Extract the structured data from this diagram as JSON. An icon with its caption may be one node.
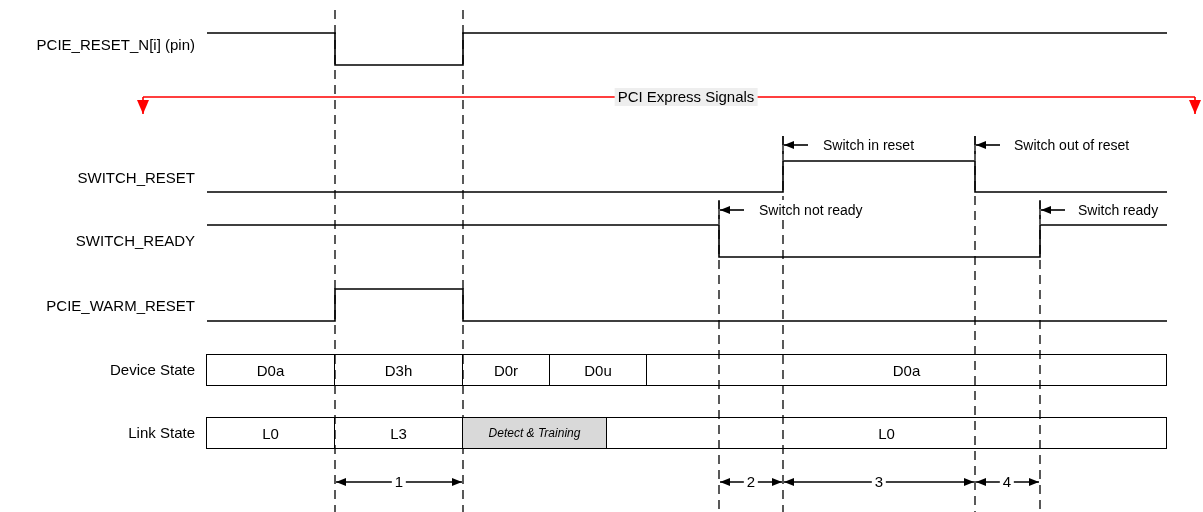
{
  "diagram": {
    "nodes": [
      {
        "text": [
          "D0a"
        ]
      },
      {
        "text": [
          "D3h"
        ]
      },
      {
        "text": [
          "D0r"
        ]
      },
      {
        "text": [
          "D0u"
        ]
      },
      {
        "text": [
          "D0a"
        ]
      },
      {
        "text": [
          "L0"
        ]
      },
      {
        "text": [
          "L3"
        ]
      },
      {
        "text": [
          "Detect & Training"
        ]
      },
      {
        "text": [
          "L0"
        ]
      }
    ],
    "labels": [
      "PCIE_RESET_N[i] (pin)",
      "PCI Express Signals",
      "Switch in reset",
      "Switch out of reset",
      "SWITCH_RESET",
      "Switch not ready",
      "Switch ready",
      "SWITCH_READY",
      "PCIE_WARM_RESET",
      "Device State",
      "Link State",
      "1",
      "2",
      "3",
      "4"
    ]
  }
}
